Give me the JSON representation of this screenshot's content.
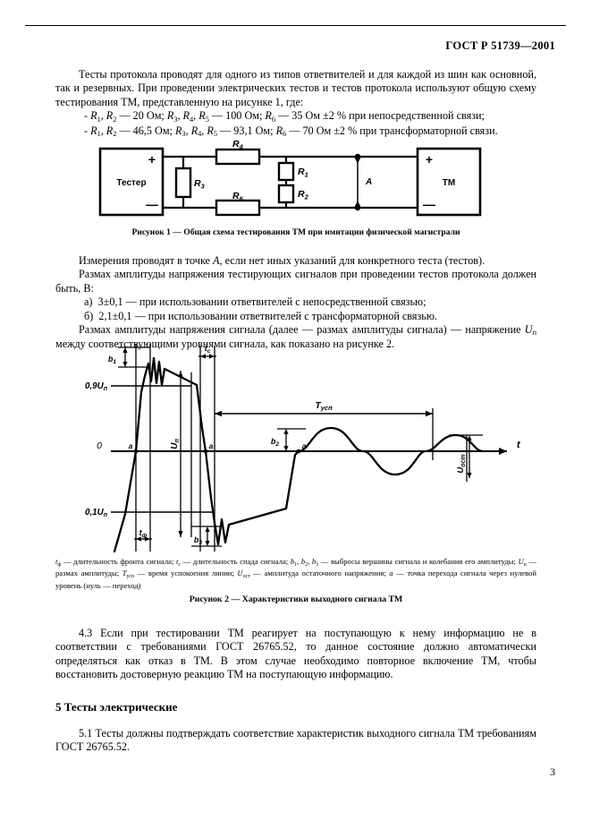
{
  "document": {
    "standard_title": "ГОСТ Р 51739—2001",
    "page_number": "3"
  },
  "paragraphs": {
    "intro": "Тесты протокола проводят для одного из типов ответвителей и для каждой из шин как основной, так и резервных. При проведении электрических тестов и тестов протокола используют общую схему тестирования ТМ, представленную на рисунке 1, где:",
    "dash1": "- R1, R2 — 20 Ом; R3, R4, R5 — 100 Ом; R6 — 35 Ом ±2 % при непосредственной связи;",
    "dash2": "- R1, R2 — 46,5 Ом; R3, R4, R5 — 93,1 Ом; R6 — 70 Ом ±2 % при трансформаторной связи.",
    "measure": "Измерения проводят в точке A, если нет иных указаний для конкретного теста (тестов).",
    "swing": "Размах амплитуды напряжения тестирующих сигналов при проведении тестов протокола должен быть, В:",
    "item_a": "а) 3±0,1 — при использовании ответвителей с непосредственной связью;",
    "item_b": "б) 2,1±0,1 — при использовании ответвителей с трансформаторной связью.",
    "swing2": "Размах амплитуды напряжения сигнала (далее — размах амплитуды сигнала) — напряжение Uп между соответствующими уровнями сигнала, как показано на рисунке 2.",
    "sec43": "4.3 Если при тестировании ТМ реагирует на поступающую к нему информацию не в соответствии с требованиями ГОСТ 26765.52, то данное состояние должно автоматически определяться как отказ в ТМ. В этом случае необходимо повторное включение ТМ, чтобы восстановить достоверную реакцию ТМ на поступающую информацию.",
    "section5_head": "5  Тесты электрические",
    "sec51": "5.1  Тесты должны подтверждать соответствие характеристик выходного сигнала ТМ требованиям ГОСТ 26765.52."
  },
  "figure1": {
    "caption": "Рисунок 1 — Общая схема тестирования ТМ при имитации физической магистрали",
    "left_block_label": "Тестер",
    "right_block_label": "ТМ",
    "plus_left": "+",
    "minus_left": "—",
    "plus_right": "+",
    "minus_right": "—",
    "point_label": "A",
    "resistors": [
      {
        "name": "R4",
        "base": "R",
        "sub": "4",
        "position": "top-series"
      },
      {
        "name": "R3",
        "base": "R",
        "sub": "3",
        "position": "left-shunt"
      },
      {
        "name": "R6",
        "base": "R",
        "sub": "6",
        "position": "bottom-series"
      },
      {
        "name": "R1",
        "base": "R",
        "sub": "1",
        "position": "mid-shunt-upper"
      },
      {
        "name": "R2",
        "base": "R",
        "sub": "2",
        "position": "mid-shunt-lower"
      }
    ]
  },
  "figure2": {
    "caption": "Рисунок 2 — Характеристики выходного сигнала ТМ",
    "note": "tф — длительность фронта сигнала; tc — длительность спада сигнала; b1, b2, b3 — выбросы вершины сигнала и колебания его амплитуды; Uп — размах амплитуды; Tусп — время успокоения линии; Uост — амплитуда остаточного напряжения; a — точка перехода сигнала через нулевой уровень (нуль — переход)",
    "axis_zero_label": "0",
    "axis_time_label": "t",
    "level_high_label": "0,9U",
    "level_high_sub": "п",
    "level_low_label": "0,1U",
    "level_low_sub": "п",
    "labels": {
      "t_front": "tф",
      "t_fall": "tc",
      "b1": "b1",
      "b2": "b2",
      "b3": "b3",
      "u_p": "Uп",
      "t_usp": "Tусп",
      "u_ost": "Uост",
      "point_a1": "a",
      "point_a2": "a",
      "point_a3": "a"
    }
  },
  "chart_data": {
    "type": "line",
    "title": "Характеристики выходного сигнала ТМ",
    "xlabel": "t",
    "ylabel": "U",
    "grid": false,
    "legend": "none",
    "reference_levels": [
      {
        "label": "0,9Uп",
        "value": 0.9
      },
      {
        "label": "0",
        "value": 0.0
      },
      {
        "label": "0,1Uп",
        "value": -0.9
      }
    ],
    "annotations": [
      {
        "name": "tф",
        "meaning": "длительность фронта сигнала"
      },
      {
        "name": "tc",
        "meaning": "длительность спада сигнала"
      },
      {
        "name": "b1",
        "meaning": "выброс вершины сигнала (верх)"
      },
      {
        "name": "b2",
        "meaning": "колебание амплитуды после перехода"
      },
      {
        "name": "b3",
        "meaning": "выброс вершины сигнала (низ)"
      },
      {
        "name": "Uп",
        "meaning": "размах амплитуды"
      },
      {
        "name": "Tусп",
        "meaning": "время успокоения линии"
      },
      {
        "name": "Uост",
        "meaning": "амплитуда остаточного напряжения"
      },
      {
        "name": "a",
        "meaning": "точка перехода сигнала через нулевой уровень"
      }
    ]
  }
}
